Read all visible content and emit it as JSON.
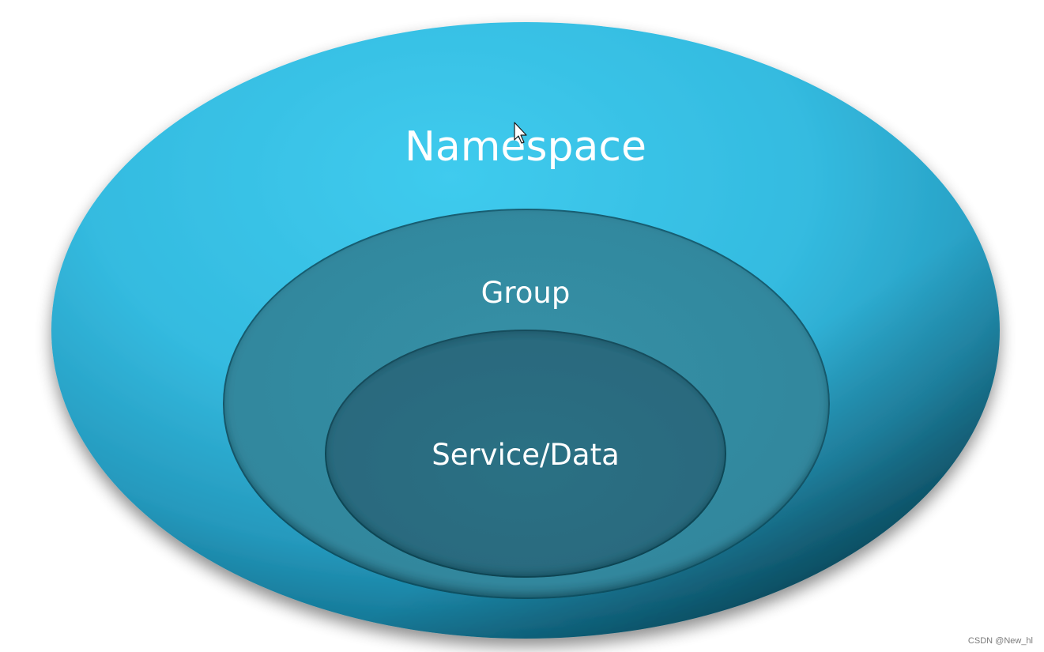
{
  "layers": {
    "outer_label": "Namespace",
    "middle_label": "Group",
    "inner_label": "Service/Data"
  },
  "watermark": "CSDN @New_hl",
  "colors": {
    "outer_highlight": "#3fcbee",
    "outer_mid": "#2fb6dc",
    "outer_edge": "#0f6f8c",
    "outer_dark": "#052730",
    "middle_fill": "#34899f",
    "middle_rim": "#1c6378",
    "inner_fill": "#2a6c80",
    "inner_rim": "#174f5f",
    "text": "#ffffff",
    "watermark_text": "#7a7a7a"
  },
  "icons": {
    "cursor": "mouse-pointer-icon"
  }
}
